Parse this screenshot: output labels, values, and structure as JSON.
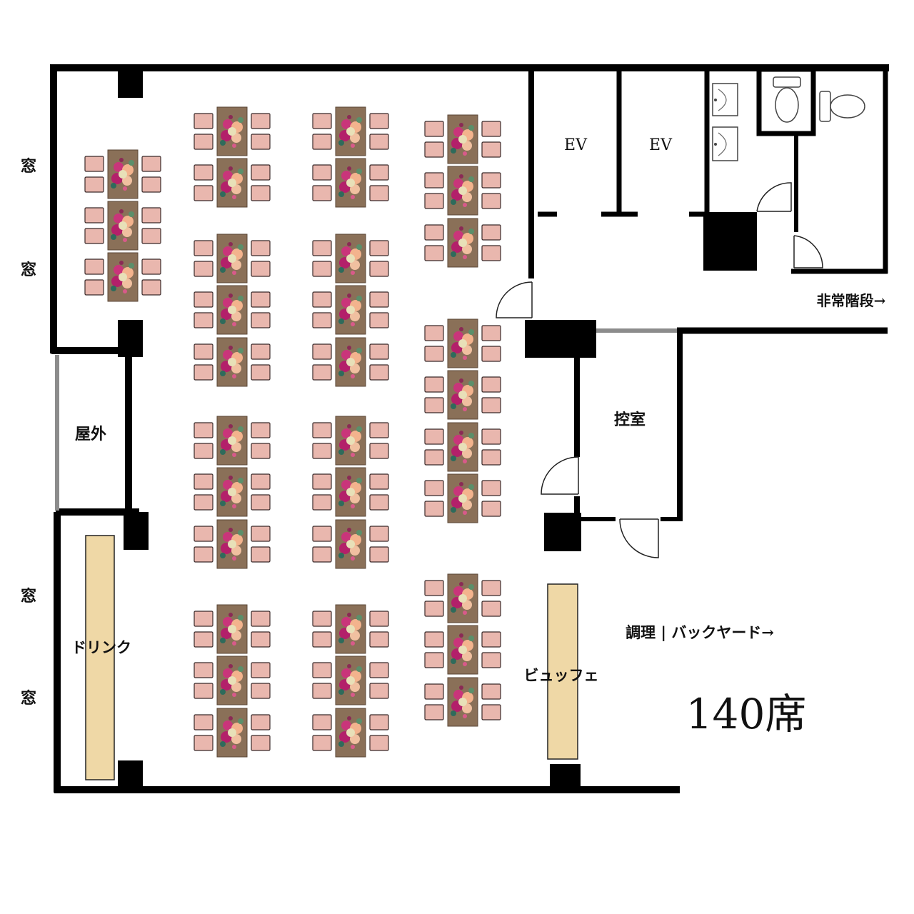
{
  "labels": {
    "window": "窓",
    "outdoor": "屋外",
    "drink": "ドリンク",
    "buffet": "ビュッフェ",
    "ev": "EV",
    "waiting_room": "控室",
    "emergency_stairs": "非常階段→",
    "kitchen_backyard": "調理 | バックヤード→",
    "seat_count": "140席"
  },
  "colors": {
    "chair": "#e9b7ae",
    "table": "#8a7058",
    "counter": "#efd8a6",
    "wall": "#000000",
    "partition": "#8c8c8c"
  },
  "icons": [
    "flower-arrangement-icon",
    "sink-icon",
    "toilet-icon",
    "door-swing-icon"
  ]
}
